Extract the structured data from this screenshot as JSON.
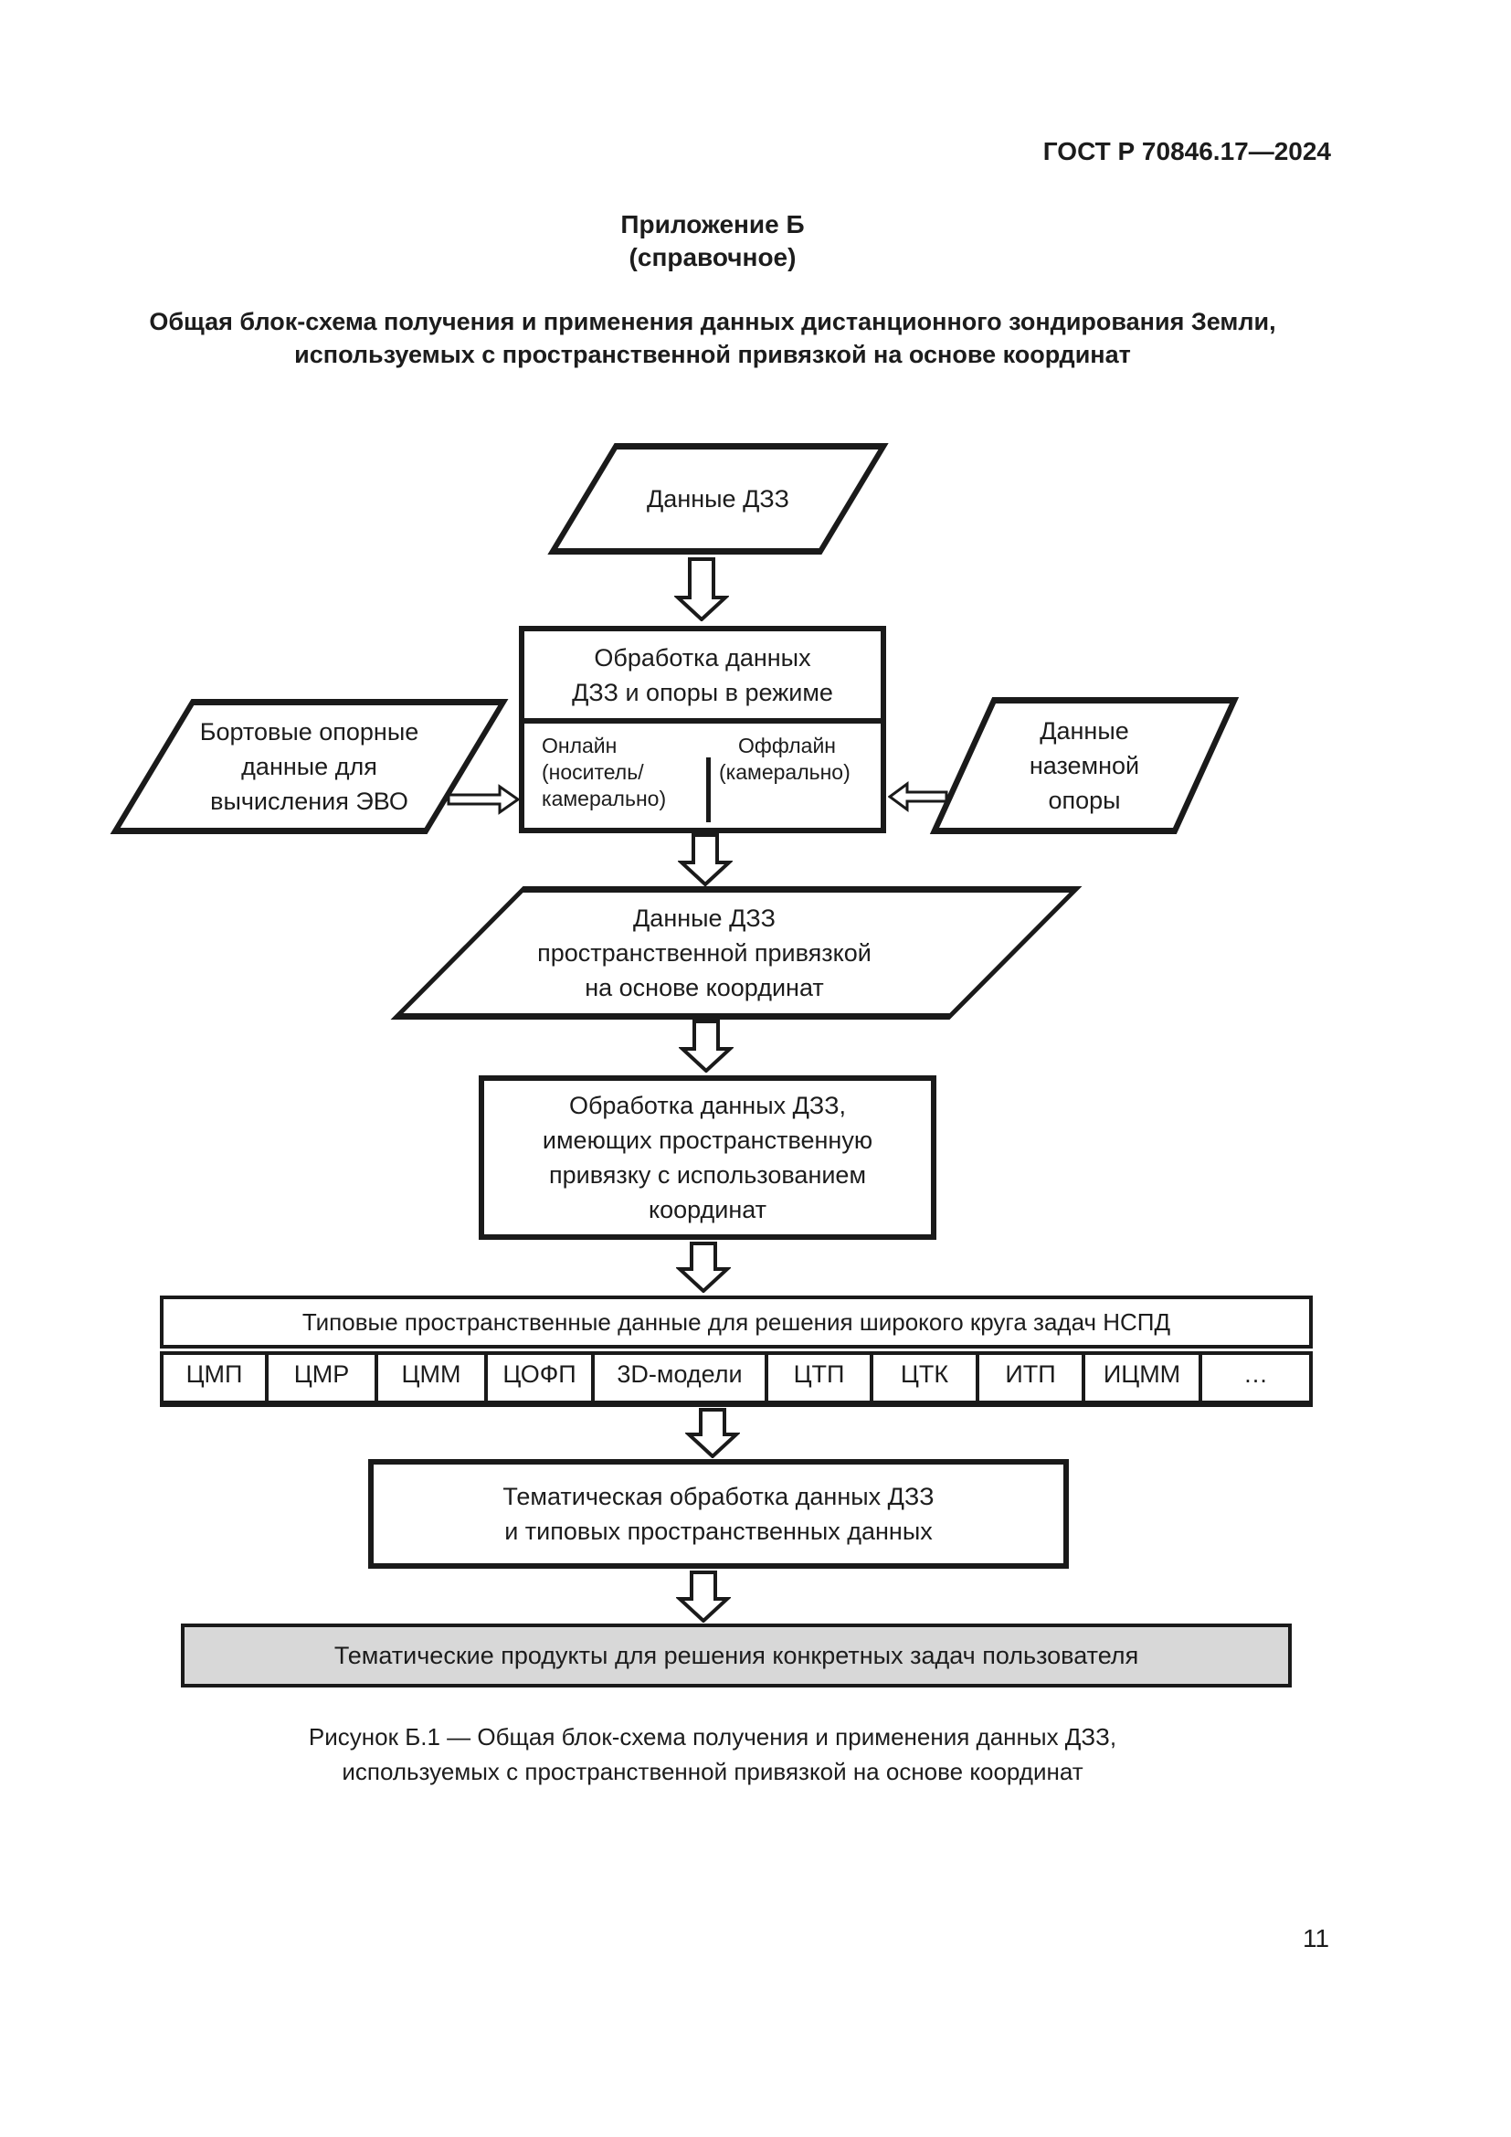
{
  "header": {
    "standard_code": "ГОСТ Р 70846.17—2024",
    "page_number": "11"
  },
  "appendix": {
    "label": "Приложение Б",
    "type_note": "(справочное)",
    "title_lines": [
      "Общая блок-схема получения и применения данных дистанционного зондирования Земли,",
      "используемых с пространственной привязкой на основе координат"
    ]
  },
  "flowchart": {
    "remote_sensing_data": "Данные ДЗЗ",
    "processing_box": {
      "header_lines": [
        "Обработка данных",
        "ДЗЗ и опоры в режиме"
      ],
      "online_lines": [
        "Онлайн",
        "(носитель/",
        "камерально)"
      ],
      "offline_lines": [
        "Оффлайн",
        "(камерально)"
      ]
    },
    "onboard_reference_lines": [
      "Бортовые опорные",
      "данные для",
      "вычисления ЭВО"
    ],
    "ground_reference_lines": [
      "Данные",
      "наземной",
      "опоры"
    ],
    "georeferenced_data_lines": [
      "Данные ДЗЗ",
      "пространственной привязкой",
      "на основе координат"
    ],
    "georeferenced_processing_lines": [
      "Обработка данных ДЗЗ,",
      "имеющих пространственную",
      "привязку с использованием",
      "координат"
    ],
    "typical_data_header": "Типовые пространственные данные для решения широкого круга задач НСПД",
    "typical_data_cells": [
      "ЦМП",
      "ЦМР",
      "ЦММ",
      "ЦОФП",
      "3D-модели",
      "ЦТП",
      "ЦТК",
      "ИТП",
      "ИЦММ",
      "…"
    ],
    "thematic_processing_lines": [
      "Тематическая обработка данных ДЗЗ",
      "и типовых пространственных данных"
    ],
    "thematic_products": "Тематические продукты для решения конкретных задач пользователя"
  },
  "caption_lines": [
    "Рисунок Б.1 — Общая блок-схема получения и применения данных ДЗЗ,",
    "используемых с пространственной привязкой на основе координат"
  ],
  "colors": {
    "ink": "#1a1a1a",
    "products_box_fill": "#d8d8d8"
  }
}
